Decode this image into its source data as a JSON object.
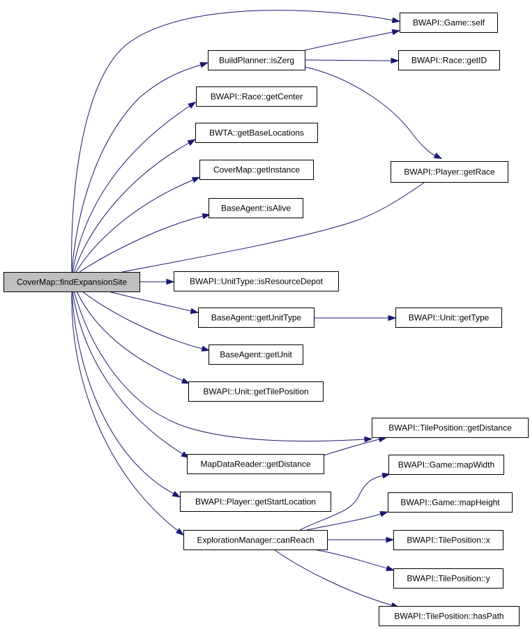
{
  "diagram": {
    "type": "call-graph",
    "edge_color": "#191970",
    "root_fill": "#bfbfbf",
    "nodes": [
      {
        "id": "root",
        "label": "CoverMap::findExpansionSite",
        "root": true
      },
      {
        "id": "gameSelf",
        "label": "BWAPI::Game::self"
      },
      {
        "id": "isZerg",
        "label": "BuildPlanner::isZerg"
      },
      {
        "id": "raceGetID",
        "label": "BWAPI::Race::getID"
      },
      {
        "id": "getCenter",
        "label": "BWAPI::Race::getCenter"
      },
      {
        "id": "baseLocs",
        "label": "BWTA::getBaseLocations"
      },
      {
        "id": "getInst",
        "label": "CoverMap::getInstance"
      },
      {
        "id": "getRace",
        "label": "BWAPI::Player::getRace"
      },
      {
        "id": "isAlive",
        "label": "BaseAgent::isAlive"
      },
      {
        "id": "isResDep",
        "label": "BWAPI::UnitType::isResourceDepot"
      },
      {
        "id": "getUType",
        "label": "BaseAgent::getUnitType"
      },
      {
        "id": "unitType",
        "label": "BWAPI::Unit::getType"
      },
      {
        "id": "getUnit",
        "label": "BaseAgent::getUnit"
      },
      {
        "id": "tilePos",
        "label": "BWAPI::Unit::getTilePosition"
      },
      {
        "id": "tpDist",
        "label": "BWAPI::TilePosition::getDistance"
      },
      {
        "id": "mdrDist",
        "label": "MapDataReader::getDistance"
      },
      {
        "id": "mapW",
        "label": "BWAPI::Game::mapWidth"
      },
      {
        "id": "startLoc",
        "label": "BWAPI::Player::getStartLocation"
      },
      {
        "id": "mapH",
        "label": "BWAPI::Game::mapHeight"
      },
      {
        "id": "canReach",
        "label": "ExplorationManager::canReach"
      },
      {
        "id": "tpX",
        "label": "BWAPI::TilePosition::x"
      },
      {
        "id": "tpY",
        "label": "BWAPI::TilePosition::y"
      },
      {
        "id": "hasPath",
        "label": "BWAPI::TilePosition::hasPath"
      }
    ],
    "edges": [
      {
        "from": "root",
        "to": "gameSelf"
      },
      {
        "from": "root",
        "to": "isZerg"
      },
      {
        "from": "root",
        "to": "getCenter"
      },
      {
        "from": "root",
        "to": "baseLocs"
      },
      {
        "from": "root",
        "to": "getInst"
      },
      {
        "from": "root",
        "to": "isAlive"
      },
      {
        "from": "root",
        "to": "getRace"
      },
      {
        "from": "root",
        "to": "isResDep"
      },
      {
        "from": "root",
        "to": "getUType"
      },
      {
        "from": "root",
        "to": "getUnit"
      },
      {
        "from": "root",
        "to": "tilePos"
      },
      {
        "from": "root",
        "to": "tpDist"
      },
      {
        "from": "root",
        "to": "mdrDist"
      },
      {
        "from": "root",
        "to": "startLoc"
      },
      {
        "from": "root",
        "to": "canReach"
      },
      {
        "from": "isZerg",
        "to": "gameSelf"
      },
      {
        "from": "isZerg",
        "to": "raceGetID"
      },
      {
        "from": "isZerg",
        "to": "getRace"
      },
      {
        "from": "getUType",
        "to": "unitType"
      },
      {
        "from": "mdrDist",
        "to": "tpDist"
      },
      {
        "from": "canReach",
        "to": "mapW"
      },
      {
        "from": "canReach",
        "to": "mapH"
      },
      {
        "from": "canReach",
        "to": "tpX"
      },
      {
        "from": "canReach",
        "to": "tpY"
      },
      {
        "from": "canReach",
        "to": "hasPath"
      }
    ]
  }
}
